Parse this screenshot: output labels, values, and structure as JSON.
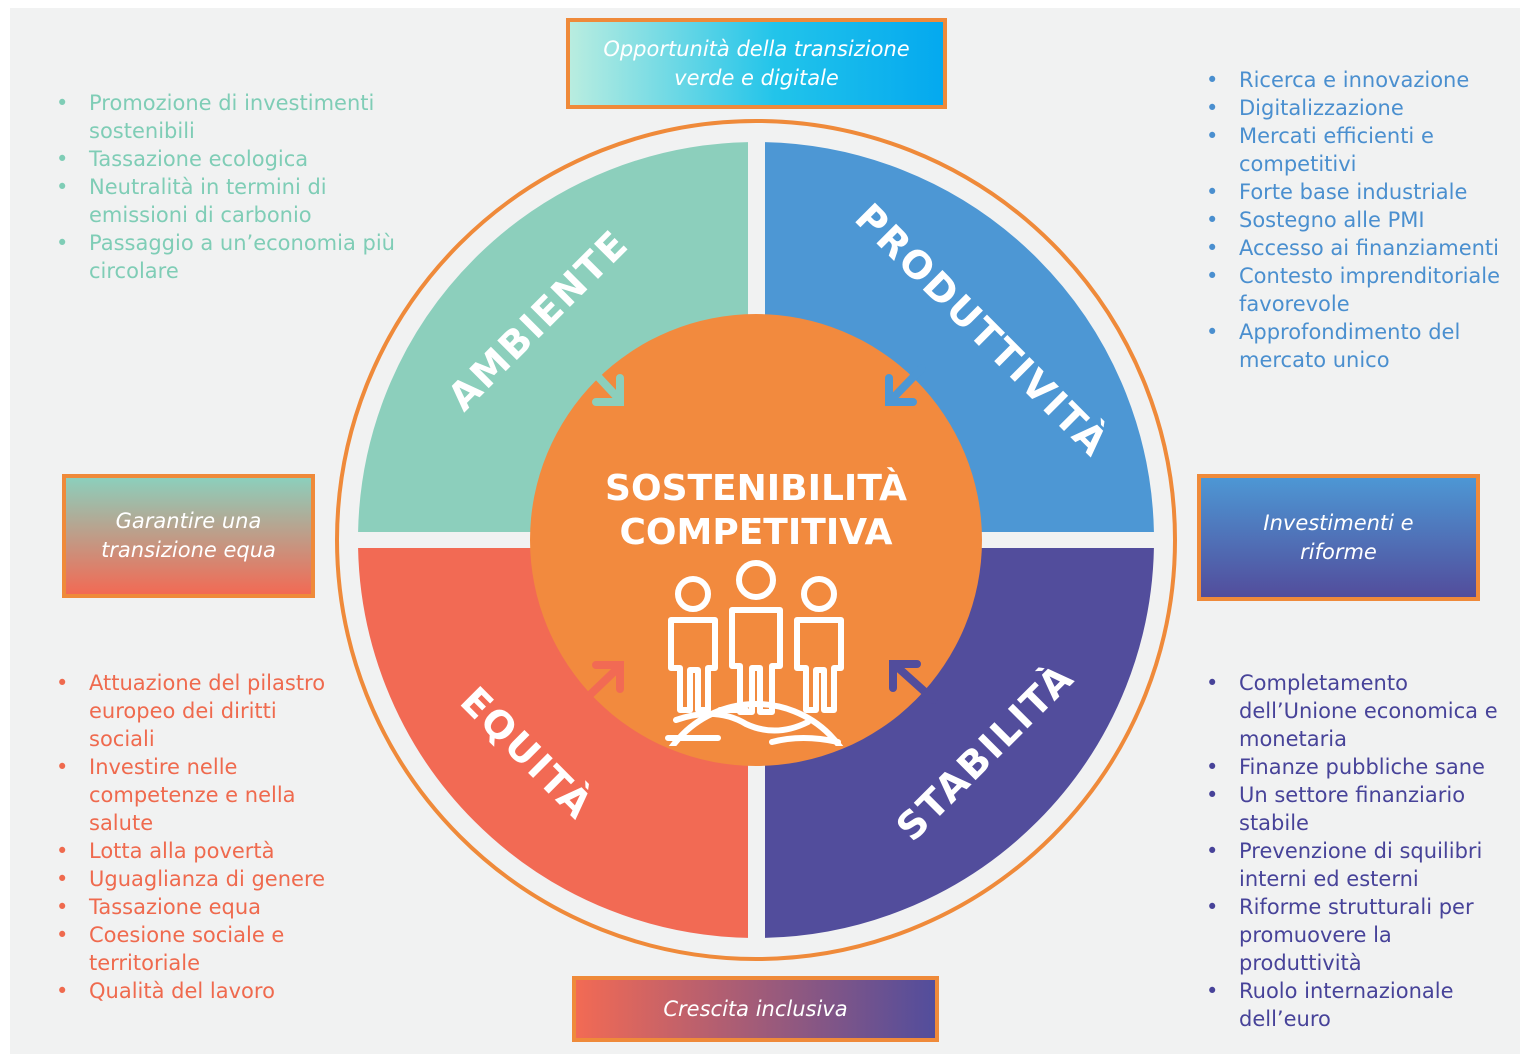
{
  "callouts": {
    "top": "Opportunità della transizione verde e digitale",
    "left": "Garantire una transizione equa",
    "right": "Investimenti e riforme",
    "bottom": "Crescita inclusiva"
  },
  "quadrants": {
    "ambiente": "AMBIENTE",
    "produttivita": "PRODUTTIVITÀ",
    "equita": "EQUITÀ",
    "stabilita": "STABILITÀ"
  },
  "center": {
    "line1": "SOSTENIBILITÀ",
    "line2": "COMPETITIVA"
  },
  "lists": {
    "ambiente": [
      "Promozione di investimenti sostenibili",
      "Tassazione ecologica",
      "Neutralità in termini di emissioni di carbonio",
      "Passaggio a un’economia più circolare"
    ],
    "produttivita": [
      "Ricerca e innovazione",
      "Digitalizzazione",
      "Mercati efficienti e competitivi",
      "Forte base industriale",
      "Sostegno alle PMI",
      "Accesso ai finanziamenti",
      "Contesto imprenditoriale favorevole",
      "Approfondimento del mercato unico"
    ],
    "equita": [
      "Attuazione del pilastro europeo dei diritti sociali",
      "Investire nelle competenze e nella salute",
      "Lotta alla povertà",
      "Uguaglianza di genere",
      "Tassazione equa",
      "Coesione sociale e territoriale",
      "Qualità del lavoro"
    ],
    "stabilita": [
      "Completamento dell’Unione economica e monetaria",
      "Finanze pubbliche sane",
      "Un settore finanziario stabile",
      "Prevenzione di squilibri interni ed esterni",
      "Riforme strutturali per promuovere la produttività",
      "Ruolo internazionale dell’euro"
    ]
  },
  "colors": {
    "ambiente": "#8ccfbc",
    "produttivita": "#4d97d4",
    "equita": "#f26a54",
    "stabilita": "#524d9c",
    "center": "#f28a3e",
    "outline": "#ef8a3a"
  },
  "icons": {
    "arrow": "arrow-icon",
    "people": "people-on-globe-icon"
  }
}
